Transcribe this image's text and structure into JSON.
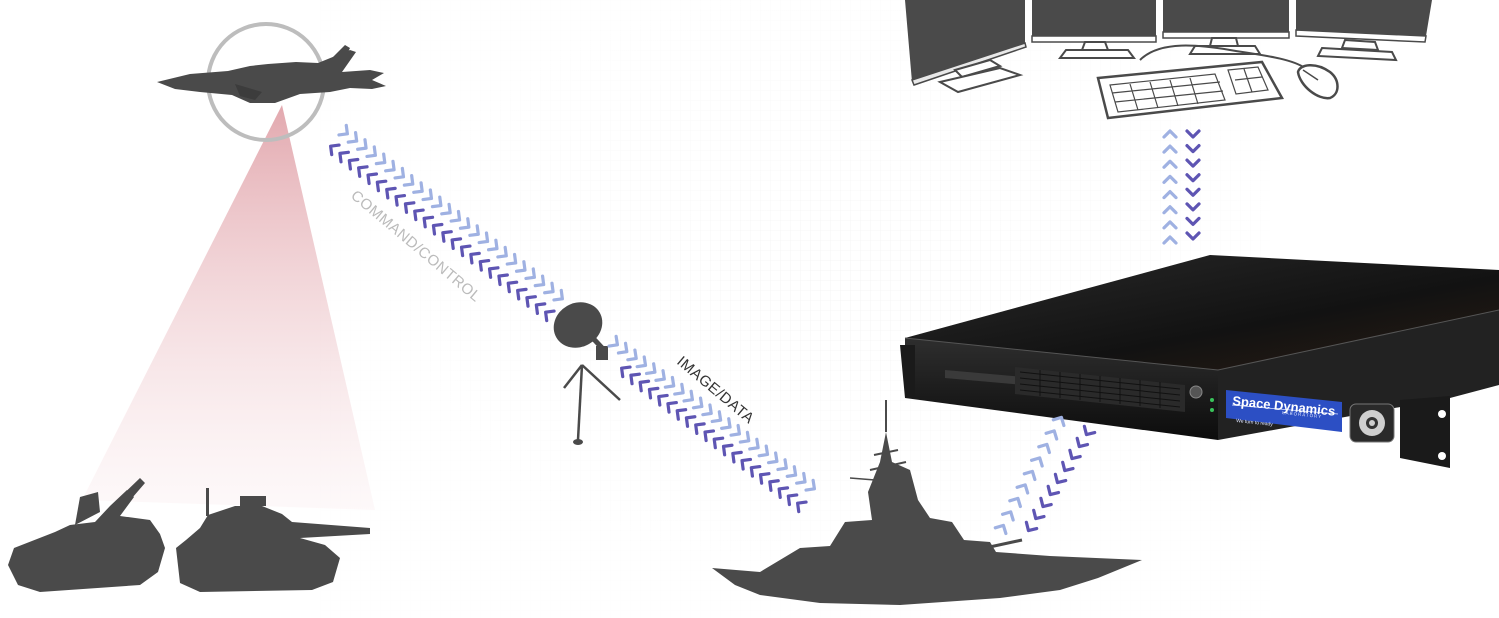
{
  "labels": {
    "command_control": "COMMAND/CONTROL",
    "image_data": "IMAGE/DATA"
  },
  "server_panel": {
    "brand_name": "Space Dynamics",
    "brand_sub": "LABORATORY",
    "tagline": "We turn to ready"
  },
  "colors": {
    "silhouette": "#4a4a4a",
    "arrow_light": "#9fb1e2",
    "arrow_dark": "#5e55b3",
    "beam": "#d98c94",
    "label_gray": "#bbbbbb",
    "label_dark": "#333333",
    "panel_blue": "#2c4fc4"
  },
  "icons": {
    "aircraft": "fighter-jet-icon",
    "ground_units": "tank-icon",
    "antenna": "satellite-dish-icon",
    "ship": "warship-icon",
    "workstation": "monitor-keyboard-mouse-icon",
    "server": "rack-server-icon"
  }
}
